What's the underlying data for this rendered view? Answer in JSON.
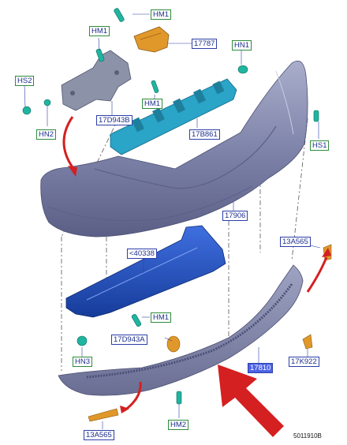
{
  "labels": {
    "hm1_top": "HM1",
    "p17787": "17787",
    "hm1_left": "HM1",
    "hn1": "HN1",
    "hs2": "HS2",
    "hm1_mid": "HM1",
    "p17d943b": "17D943B",
    "hn2": "HN2",
    "p17b861": "17B861",
    "hs1": "HS1",
    "p17906": "17906",
    "p40338": "<40338",
    "p13a565_right": "13A565",
    "hm1_lower": "HM1",
    "p17d943a": "17D943A",
    "hn3": "HN3",
    "p17810": "17810",
    "p17k922": "17K922",
    "hm2": "HM2",
    "p13a565_left": "13A565"
  },
  "reference": "5011910B",
  "colors": {
    "bumper_cover": "#7a7fa6",
    "reinforcement": "#1e4fbf",
    "absorber": "#2aa4c7",
    "bracket": "#8c93a8",
    "fastener": "#1fb5a0",
    "bracket_orange": "#e0982a",
    "arrow_red": "#d42020",
    "label_green": "#2e8b3a",
    "label_blue": "#2c3fa8",
    "label_highlight": "#4d63e6"
  }
}
